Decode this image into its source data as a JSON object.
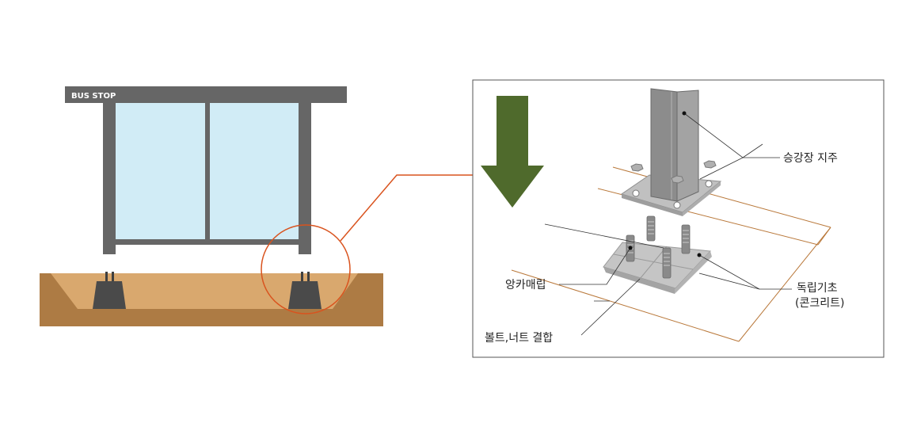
{
  "scene": {
    "sign_text": "BUS STOP",
    "colors": {
      "frame": "#666666",
      "glass": "#d1ecf6",
      "soil": "#d9a86e",
      "soil_dark": "#ad7b44",
      "footing": "#4a4a4a",
      "callout": "#d9531e",
      "arrow": "#4f6a2c",
      "guide_line": "#b9783a",
      "steel": "#8a8a8a",
      "plate": "#c5c5c5"
    },
    "load_arrow_icon": "down-arrow-icon"
  },
  "detail": {
    "labels": {
      "column": "승강장 지주",
      "anchor": "앙카매립",
      "footing": "독립기초",
      "footing_sub": "(콘크리트)",
      "bolt": "볼트,너트 결합"
    }
  }
}
